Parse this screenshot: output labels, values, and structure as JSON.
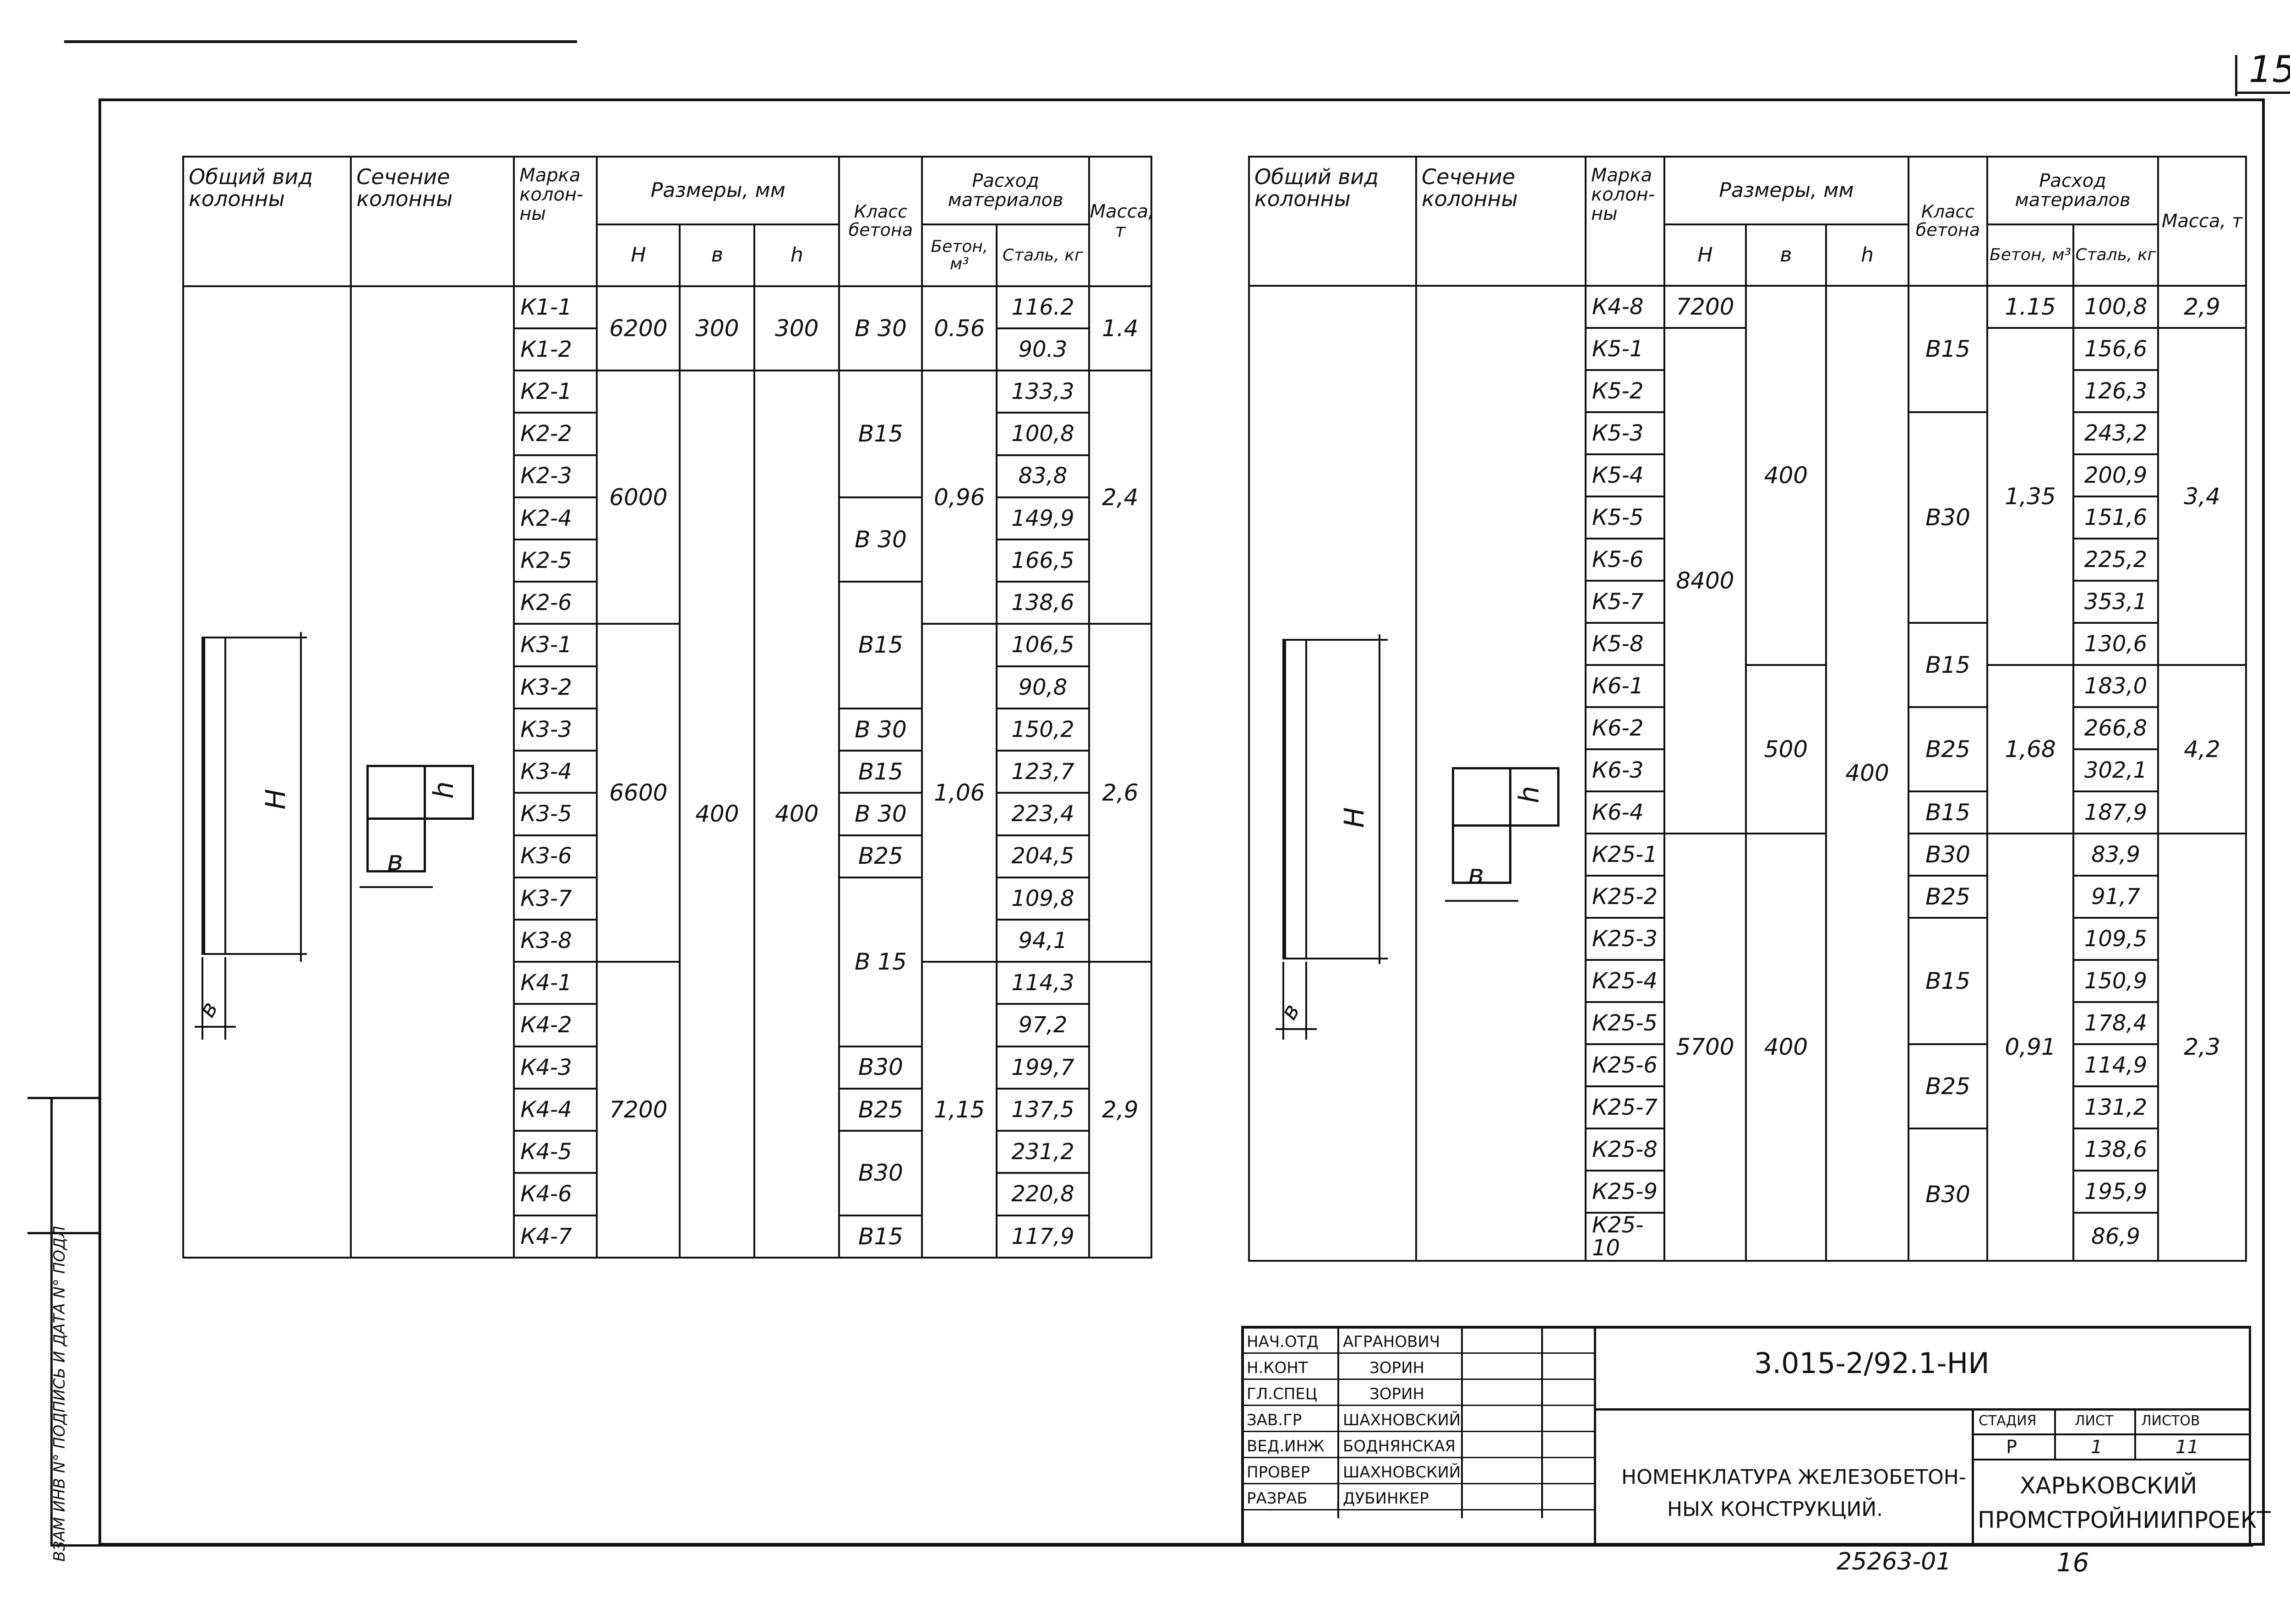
{
  "page_number": "15",
  "bottom_number": "16",
  "archive_number": "25263-01",
  "side_label": "ВЗАМ ИНВ N°  ПОДПИСЬ И ДАТА  N° ПОДЛ",
  "headers": {
    "general_view": "Общий вид колонны",
    "section": "Сечение колонны",
    "mark": "Марка колон- ны",
    "sizes": "Размеры, мм",
    "h": "H",
    "b": "в",
    "l": "h",
    "class": "Класс бетона",
    "consumption": "Расход материалов",
    "concrete": "Бетон, м³",
    "steel": "Сталь, кг",
    "mass": "Масса, т"
  },
  "sketch_labels": {
    "height": "H",
    "width": "в",
    "depth": "h"
  },
  "left_table": {
    "rows": [
      {
        "mark": "К1-1",
        "steel": "116.2"
      },
      {
        "mark": "К1-2",
        "steel": "90.3"
      },
      {
        "mark": "К2-1",
        "steel": "133,3"
      },
      {
        "mark": "К2-2",
        "steel": "100,8"
      },
      {
        "mark": "К2-3",
        "steel": "83,8"
      },
      {
        "mark": "К2-4",
        "steel": "149,9"
      },
      {
        "mark": "К2-5",
        "steel": "166,5"
      },
      {
        "mark": "К2-6",
        "steel": "138,6"
      },
      {
        "mark": "К3-1",
        "steel": "106,5"
      },
      {
        "mark": "К3-2",
        "steel": "90,8"
      },
      {
        "mark": "К3-3",
        "steel": "150,2"
      },
      {
        "mark": "К3-4",
        "steel": "123,7"
      },
      {
        "mark": "К3-5",
        "steel": "223,4"
      },
      {
        "mark": "К3-6",
        "steel": "204,5"
      },
      {
        "mark": "К3-7",
        "steel": "109,8"
      },
      {
        "mark": "К3-8",
        "steel": "94,1"
      },
      {
        "mark": "К4-1",
        "steel": "114,3"
      },
      {
        "mark": "К4-2",
        "steel": "97,2"
      },
      {
        "mark": "К4-3",
        "steel": "199,7"
      },
      {
        "mark": "К4-4",
        "steel": "137,5"
      },
      {
        "mark": "К4-5",
        "steel": "231,2"
      },
      {
        "mark": "К4-6",
        "steel": "220,8"
      },
      {
        "mark": "К4-7",
        "steel": "117,9"
      }
    ],
    "groups": {
      "h": [
        "6200",
        "6000",
        "6600",
        "7200"
      ],
      "b": [
        "300",
        "400"
      ],
      "l": [
        "300",
        "400"
      ],
      "class": [
        "В 30",
        "В15",
        "В 30",
        "В15",
        "В 30",
        "В15",
        "В 30",
        "В25",
        "В 15",
        "В30",
        "В25",
        "В30",
        "В15"
      ],
      "concrete": [
        "0.56",
        "0,96",
        "1,06",
        "1,15"
      ],
      "mass": [
        "1.4",
        "2,4",
        "2,6",
        "2,9"
      ]
    }
  },
  "right_table": {
    "rows": [
      {
        "mark": "К4-8",
        "steel": "100,8"
      },
      {
        "mark": "К5-1",
        "steel": "156,6"
      },
      {
        "mark": "К5-2",
        "steel": "126,3"
      },
      {
        "mark": "К5-3",
        "steel": "243,2"
      },
      {
        "mark": "К5-4",
        "steel": "200,9"
      },
      {
        "mark": "К5-5",
        "steel": "151,6"
      },
      {
        "mark": "К5-6",
        "steel": "225,2"
      },
      {
        "mark": "К5-7",
        "steel": "353,1"
      },
      {
        "mark": "К5-8",
        "steel": "130,6"
      },
      {
        "mark": "К6-1",
        "steel": "183,0"
      },
      {
        "mark": "К6-2",
        "steel": "266,8"
      },
      {
        "mark": "К6-3",
        "steel": "302,1"
      },
      {
        "mark": "К6-4",
        "steel": "187,9"
      },
      {
        "mark": "К25-1",
        "steel": "83,9"
      },
      {
        "mark": "К25-2",
        "steel": "91,7"
      },
      {
        "mark": "К25-3",
        "steel": "109,5"
      },
      {
        "mark": "К25-4",
        "steel": "150,9"
      },
      {
        "mark": "К25-5",
        "steel": "178,4"
      },
      {
        "mark": "К25-6",
        "steel": "114,9"
      },
      {
        "mark": "К25-7",
        "steel": "131,2"
      },
      {
        "mark": "К25-8",
        "steel": "138,6"
      },
      {
        "mark": "К25-9",
        "steel": "195,9"
      },
      {
        "mark": "К25-10",
        "steel": "86,9"
      }
    ],
    "groups": {
      "h": [
        "7200",
        "8400",
        "5700"
      ],
      "b": [
        "400",
        "500",
        "400"
      ],
      "l": [
        "400"
      ],
      "class": [
        "В15",
        "В30",
        "В15",
        "В25",
        "В15",
        "В30",
        "В25",
        "В15",
        "В25",
        "В30"
      ],
      "concrete": [
        "1.15",
        "1,35",
        "1,68",
        "0,91"
      ],
      "mass": [
        "2,9",
        "3,4",
        "4,2",
        "2,3"
      ]
    }
  },
  "stamp": {
    "roles": [
      "НАЧ.ОТД",
      "Н.КОНТ",
      "ГЛ.СПЕЦ",
      "ЗАВ.ГР",
      "ВЕД.ИНЖ",
      "ПРОВЕР",
      "РАЗРАБ"
    ],
    "names": [
      "АГРАНОВИЧ",
      "ЗОРИН",
      "ЗОРИН",
      "ШАХНОВСКИЙ",
      "БОДНЯНСКАЯ",
      "ШАХНОВСКИЙ",
      "ДУБИНКЕР"
    ],
    "code": "3.015-2/92.1-НИ",
    "stage_label": "СТАДИЯ",
    "sheet_label": "ЛИСТ",
    "sheets_label": "ЛИСТОВ",
    "stage": "Р",
    "sheet": "1",
    "sheets": "11",
    "title_line1": "НОМЕНКЛАТУРА ЖЕЛЕЗОБЕТОН-",
    "title_line2": "НЫХ КОНСТРУКЦИЙ.",
    "org_line1": "ХАРЬКОВСКИЙ",
    "org_line2": "ПРОМСТРОЙНИИПРОЕКТ"
  }
}
